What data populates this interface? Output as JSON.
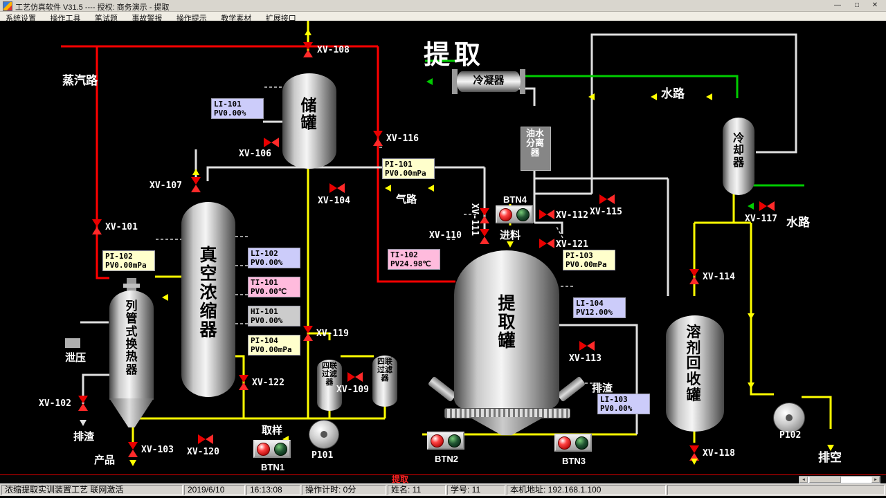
{
  "window": {
    "title": "工艺仿真软件  V31.5  ----  授权: 商务演示 - 提取",
    "controls": {
      "minimize": "—",
      "maximize": "□",
      "close": "✕"
    }
  },
  "menu": {
    "items": [
      "系统设置",
      "操作工具",
      "笔试题",
      "事故警报",
      "操作提示",
      "教学素材",
      "扩展接口"
    ]
  },
  "diagram": {
    "title": "提取",
    "labels": {
      "steam": "蒸汽路",
      "water": "水路",
      "gas": "气路",
      "feed": "进料",
      "relief": "泄压",
      "slag": "排渣",
      "product": "产品",
      "sample": "取样",
      "vent": "排空"
    },
    "equipment": {
      "storage": "储罐",
      "condenser": "冷凝器",
      "separator": "油水分离器",
      "cooler": "冷却器",
      "concentrator": "真空浓缩器",
      "exchanger": "列管式换热器",
      "extractor": "提取罐",
      "recovery": "溶剂回收罐",
      "filter1": "四联过滤器",
      "filter2": "四联过滤器",
      "pump1": "P101",
      "pump2": "P102"
    },
    "buttons": {
      "btn1": "BTN1",
      "btn2": "BTN2",
      "btn3": "BTN3",
      "btn4": "BTN4"
    },
    "valves": {
      "xv101": "XV-101",
      "xv102": "XV-102",
      "xv103": "XV-103",
      "xv104": "XV-104",
      "xv106": "XV-106",
      "xv107": "XV-107",
      "xv108": "XV-108",
      "xv109": "XV-109",
      "xv110": "XV-110",
      "xv111": "XV-111",
      "xv112": "XV-112",
      "xv113": "XV-113",
      "xv114": "XV-114",
      "xv115": "XV-115",
      "xv116": "XV-116",
      "xv117": "XV-117",
      "xv118": "XV-118",
      "xv119": "XV-119",
      "xv120": "XV-120",
      "xv121": "XV-121",
      "xv122": "XV-122"
    },
    "instruments": {
      "li101": {
        "tag": "LI-101",
        "pv": "PV0.00%"
      },
      "pi101": {
        "tag": "PI-101",
        "pv": "PV0.00mPa"
      },
      "pi102": {
        "tag": "PI-102",
        "pv": "PV0.00mPa"
      },
      "li102": {
        "tag": "LI-102",
        "pv": "PV0.00%"
      },
      "ti101": {
        "tag": "TI-101",
        "pv": "PV0.00℃"
      },
      "hi101": {
        "tag": "HI-101",
        "pv": "PV0.00%"
      },
      "pi104": {
        "tag": "PI-104",
        "pv": "PV0.00mPa"
      },
      "ti102": {
        "tag": "TI-102",
        "pv": "PV24.98℃"
      },
      "pi103": {
        "tag": "PI-103",
        "pv": "PV0.00mPa"
      },
      "li104": {
        "tag": "LI-104",
        "pv": "PV12.00%"
      },
      "li103": {
        "tag": "LI-103",
        "pv": "PV0.00%"
      }
    },
    "colors": {
      "pipe_steam": "#ff0000",
      "pipe_material": "#ffff00",
      "pipe_water": "#00cc00",
      "pipe_vapor": "#e0e0e0",
      "valve": "#ee0000",
      "instrument_level": "#ccccfa",
      "instrument_pressure": "#ffffcc",
      "instrument_temp": "#ffbbdd",
      "instrument_other": "#cccccc"
    }
  },
  "tabstrip": {
    "active_tab": "提取"
  },
  "statusbar": {
    "items": [
      "浓缩提取实训装置工艺 联网激活",
      "2019/6/10",
      "16:13:08",
      "操作计时: 0分",
      "姓名: 11",
      "学号: 11",
      "本机地址: 192.168.1.100"
    ]
  }
}
